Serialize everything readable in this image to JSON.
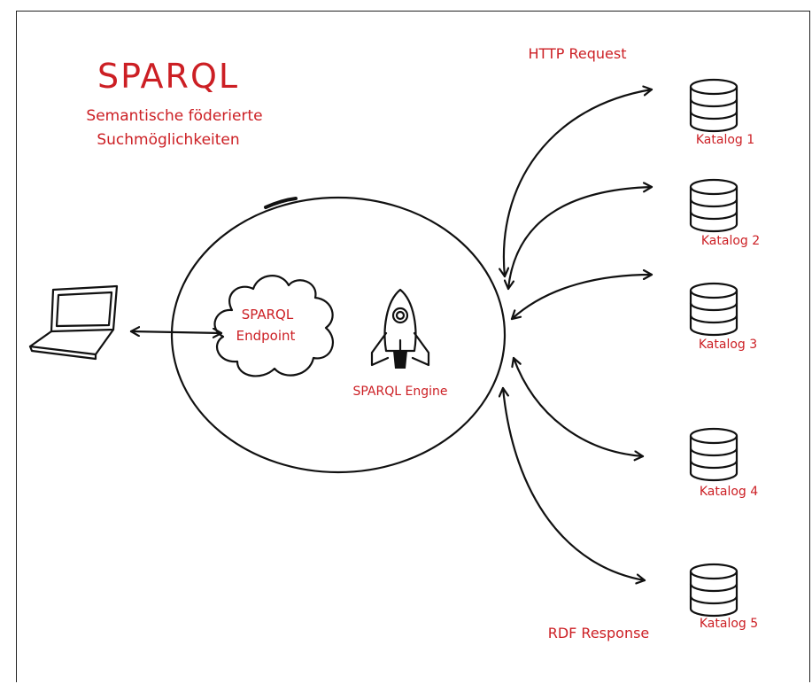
{
  "title": "SPARQL",
  "subtitle_line1": "Semantische föderierte",
  "subtitle_line2": "Suchmöglichkeiten",
  "endpoint_line1": "SPARQL",
  "endpoint_line2": "Endpoint",
  "engine_label": "SPARQL Engine",
  "http_request_label": "HTTP Request",
  "rdf_response_label": "RDF Response",
  "catalogs": [
    {
      "label": "Katalog 1"
    },
    {
      "label": "Katalog 2"
    },
    {
      "label": "Katalog 3"
    },
    {
      "label": "Katalog 4"
    },
    {
      "label": "Katalog 5"
    }
  ],
  "colors": {
    "accent": "#cc1f24",
    "ink": "#111111",
    "background": "#ffffff"
  },
  "icons": [
    "laptop-icon",
    "cloud-icon",
    "rocket-icon",
    "database-icon"
  ]
}
